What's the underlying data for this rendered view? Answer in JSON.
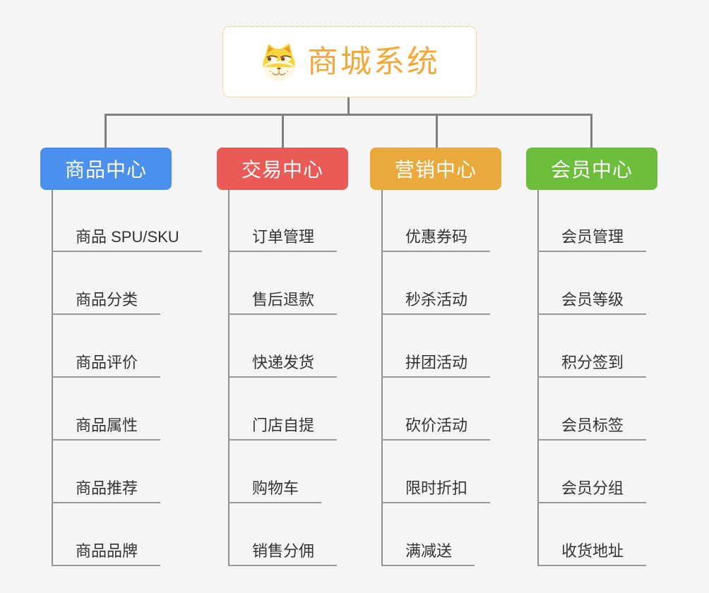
{
  "root": {
    "title": "商城系统",
    "text_color": "#f2a93c",
    "border_color": "#f0ab4a",
    "icon": "doge-icon"
  },
  "branches": [
    {
      "label": "商品中心",
      "color": "#4a90ec",
      "items": [
        "商品 SPU/SKU",
        "商品分类",
        "商品评价",
        "商品属性",
        "商品推荐",
        "商品品牌"
      ]
    },
    {
      "label": "交易中心",
      "color": "#e85b57",
      "items": [
        "订单管理",
        "售后退款",
        "快递发货",
        "门店自提",
        "购物车",
        "销售分佣"
      ]
    },
    {
      "label": "营销中心",
      "color": "#e9a93c",
      "items": [
        "优惠券码",
        "秒杀活动",
        "拼团活动",
        "砍价活动",
        "限时折扣",
        "满减送"
      ]
    },
    {
      "label": "会员中心",
      "color": "#6cbe3c",
      "items": [
        "会员管理",
        "会员等级",
        "积分签到",
        "会员标签",
        "会员分组",
        "收货地址"
      ]
    }
  ],
  "connector_color": "#808080"
}
